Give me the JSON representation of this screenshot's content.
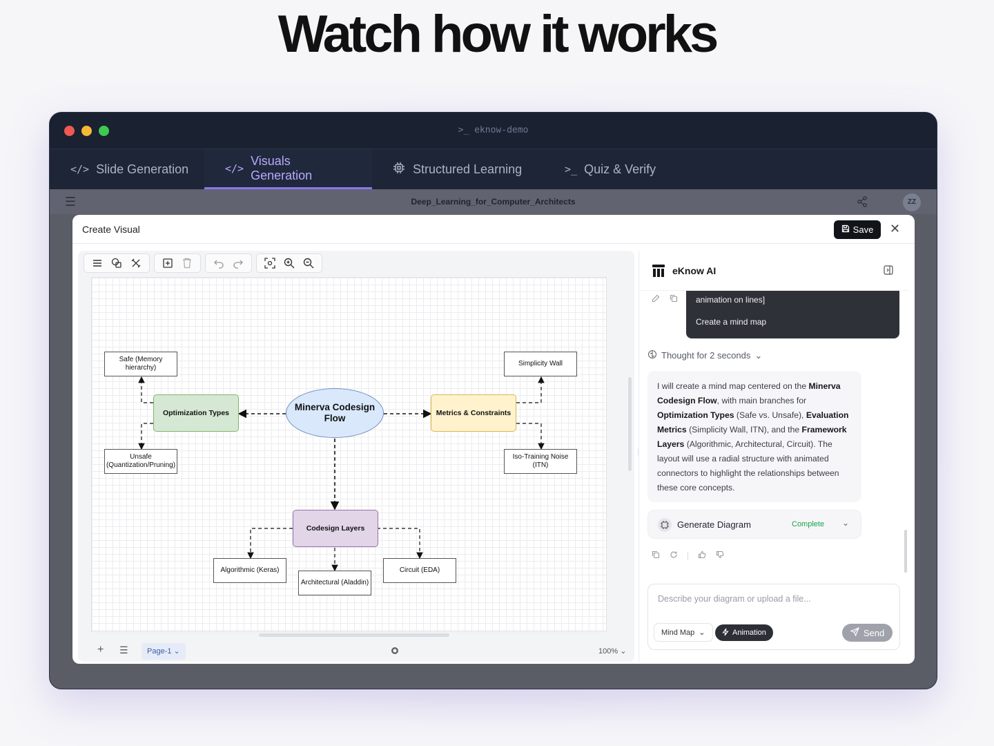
{
  "headline": "Watch how it works",
  "terminal": {
    "title": ">_ eknow-demo"
  },
  "traffic_lights": {
    "close": "#ee5a52",
    "minimize": "#f4b936",
    "maximize": "#3fc94f"
  },
  "tabs": [
    {
      "icon": "</>",
      "label": "Slide Generation",
      "active": false
    },
    {
      "icon": "</>",
      "label": "Visuals Generation",
      "active": true
    },
    {
      "icon": "chip-icon",
      "label": "Structured Learning",
      "active": false
    },
    {
      "icon": ">_",
      "label": "Quiz & Verify",
      "active": false
    }
  ],
  "app": {
    "doc_title": "Deep_Learning_for_Computer_Architects",
    "avatar": "ZZ"
  },
  "modal": {
    "title": "Create Visual",
    "save_label": "Save"
  },
  "diagram": {
    "center": "Minerva Codesign Flow",
    "left_branch": "Optimization Types",
    "right_branch": "Metrics & Constraints",
    "bottom_branch": "Codesign Layers",
    "safe": "Safe (Memory hierarchy)",
    "unsafe": "Unsafe (Quantization/Pruning)",
    "simplicity": "Simplicity Wall",
    "itn": "Iso-Training Noise (ITN)",
    "algorithmic": "Algorithmic (Keras)",
    "architectural": "Architectural (Aladdin)",
    "circuit": "Circuit (EDA)"
  },
  "editor_footer": {
    "page": "Page-1",
    "zoom": "100%"
  },
  "chat": {
    "title": "eKnow AI",
    "user_message_line1": "animation on lines]",
    "user_message_line2": "Create a mind map",
    "thought": "Thought for 2 seconds",
    "ai_message": {
      "p1": "I will create a mind map centered on the ",
      "b1": "Minerva Codesign Flow",
      "p2": ", with main branches for ",
      "b2": "Optimization Types",
      "p3": " (Safe vs. Unsafe), ",
      "b3": "Evaluation Metrics",
      "p4": " (Simplicity Wall, ITN), and the ",
      "b4": "Framework Layers",
      "p5": " (Algorithmic, Architectural, Circuit). The layout will use a radial structure with animated connectors to highlight the relationships between these core concepts."
    },
    "tool_call": {
      "label": "Generate Diagram",
      "status": "Complete"
    },
    "input_placeholder": "Describe your diagram or upload a file...",
    "mode": "Mind Map",
    "animation_label": "Animation",
    "send_label": "Send"
  }
}
